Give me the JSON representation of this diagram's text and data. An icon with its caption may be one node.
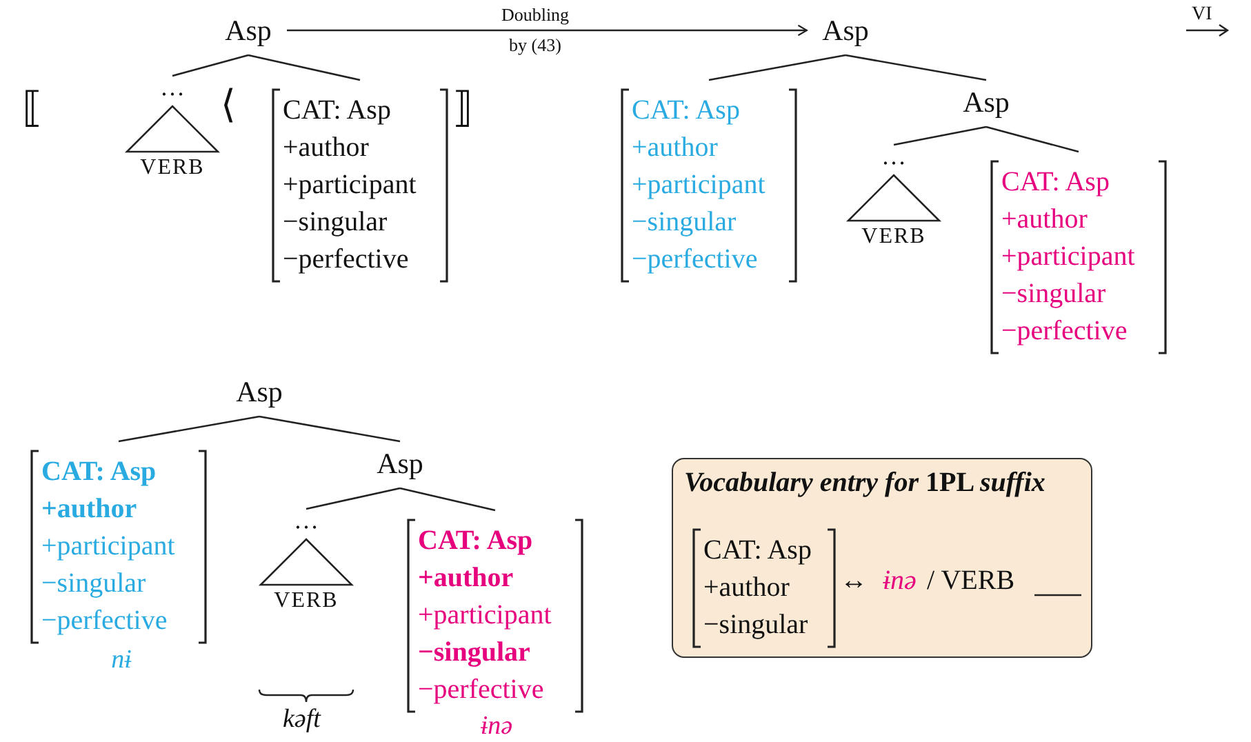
{
  "diagram": {
    "nodes": [
      {
        "text": [
          "Asp"
        ]
      },
      {
        "text": [
          "…",
          "VERB"
        ]
      },
      {
        "text": [
          "CAT: Asp",
          "+author",
          "+participant",
          "−singular",
          "−perfective"
        ]
      },
      {
        "text": [
          "Asp"
        ]
      },
      {
        "text": [
          "CAT: Asp",
          "+author",
          "+participant",
          "−singular",
          "−perfective"
        ]
      },
      {
        "text": [
          "Asp"
        ]
      },
      {
        "text": [
          "…",
          "VERB"
        ]
      },
      {
        "text": [
          "CAT: Asp",
          "+author",
          "+participant",
          "−singular",
          "−perfective"
        ]
      },
      {
        "text": [
          "Asp"
        ]
      },
      {
        "text": [
          "CAT: Asp",
          "+author",
          "+participant",
          "−singular",
          "−perfective"
        ],
        "beside": [
          "nɨ"
        ]
      },
      {
        "text": [
          "Asp"
        ]
      },
      {
        "text": [
          "…",
          "VERB"
        ]
      },
      {
        "text": [
          "CAT: Asp",
          "+author",
          "+participant",
          "−singular",
          "−perfective"
        ],
        "beside": [
          "ɨnə"
        ]
      },
      {
        "text": [
          "*Vocabulary entry for* 1PL *suffix*"
        ]
      },
      {
        "text": [
          "CAT: Asp",
          "+author",
          "−singular"
        ],
        "in": 13
      }
    ],
    "edges": [
      {
        "from": 0,
        "to": 1,
        "arrow": "none"
      },
      {
        "from": 0,
        "to": 2,
        "arrow": "none"
      },
      {
        "from": 0,
        "to": 3,
        "arrow": "to",
        "label": "Doubling by (43)"
      },
      {
        "from": 3,
        "to": 4,
        "arrow": "none"
      },
      {
        "from": 3,
        "to": 5,
        "arrow": "none"
      },
      {
        "from": 5,
        "to": 6,
        "arrow": "none"
      },
      {
        "from": 5,
        "to": 7,
        "arrow": "none"
      },
      {
        "from": 8,
        "to": 9,
        "arrow": "none"
      },
      {
        "from": 8,
        "to": 10,
        "arrow": "none"
      },
      {
        "from": 10,
        "to": 11,
        "arrow": "none"
      },
      {
        "from": 10,
        "to": 12,
        "arrow": "none"
      }
    ],
    "labels": [
      "VI",
      "⟦",
      "⟨",
      "⟧",
      "↔",
      "ɨnə",
      "/ VERB",
      "kəft"
    ]
  }
}
